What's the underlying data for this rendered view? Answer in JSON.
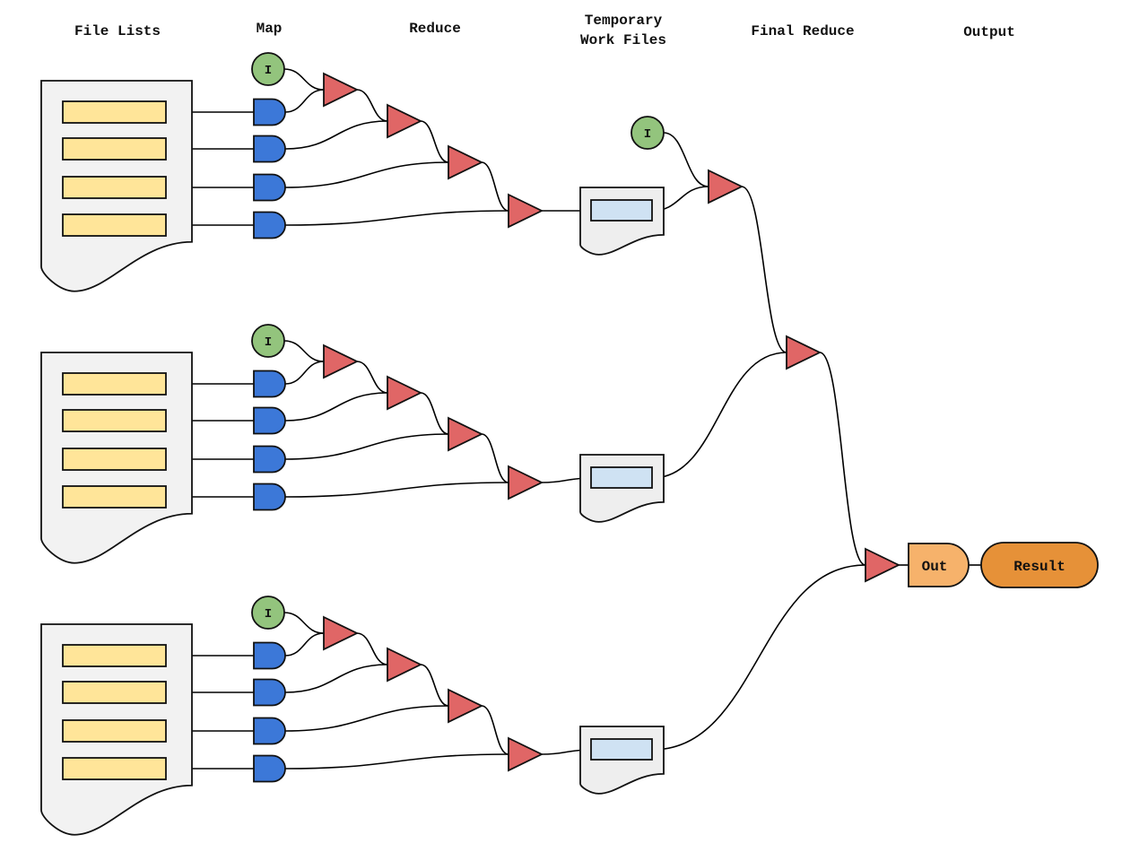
{
  "headers": {
    "file_lists": "File Lists",
    "map": "Map",
    "reduce": "Reduce",
    "temp_line1": "Temporary",
    "temp_line2": "Work Files",
    "final_reduce": "Final Reduce",
    "output": "Output"
  },
  "groups": [
    {
      "name": "group-1",
      "file_items": 4,
      "init_label": "I"
    },
    {
      "name": "group-2",
      "file_items": 4,
      "init_label": "I"
    },
    {
      "name": "group-3",
      "file_items": 4,
      "init_label": "I"
    }
  ],
  "final": {
    "init_label": "I",
    "out_label": "Out",
    "result_label": "Result"
  },
  "colors": {
    "document_fill": "#f2f2f2",
    "temp_document_fill": "#eeeeee",
    "file_item_fill": "#ffe599",
    "temp_item_fill": "#cfe2f3",
    "map_gate_fill": "#3c78d8",
    "reduce_fill": "#e06666",
    "init_fill": "#93c47d",
    "out_fill": "#f6b26b",
    "result_fill": "#e69138",
    "stroke": "#111111"
  }
}
